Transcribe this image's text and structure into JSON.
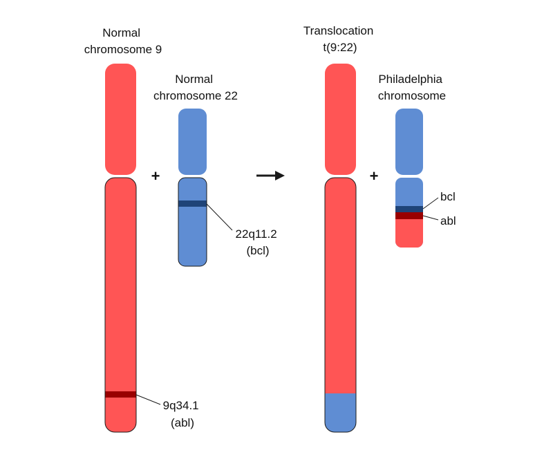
{
  "colors": {
    "chr9": "#ff5555",
    "chr22": "#5f8dd3",
    "band_abl": "#990000",
    "band_bcl": "#1f4478",
    "outline": "#1a1a1a"
  },
  "left": {
    "chr9_title_line1": "Normal",
    "chr9_title_line2": "chromosome 9",
    "chr22_title_line1": "Normal",
    "chr22_title_line2": "chromosome 22",
    "plus": "+",
    "band9_label_line1": "9q34.1",
    "band9_label_line2": "(abl)",
    "band22_label_line1": "22q11.2",
    "band22_label_line2": "(bcl)"
  },
  "arrow_icon": "right-arrow",
  "right": {
    "trans_title_line1": "Translocation",
    "trans_title_line2": "t(9:22)",
    "ph_title_line1": "Philadelphia",
    "ph_title_line2": "chromosome",
    "plus": "+",
    "bcl_label": "bcl",
    "abl_label": "abl"
  }
}
